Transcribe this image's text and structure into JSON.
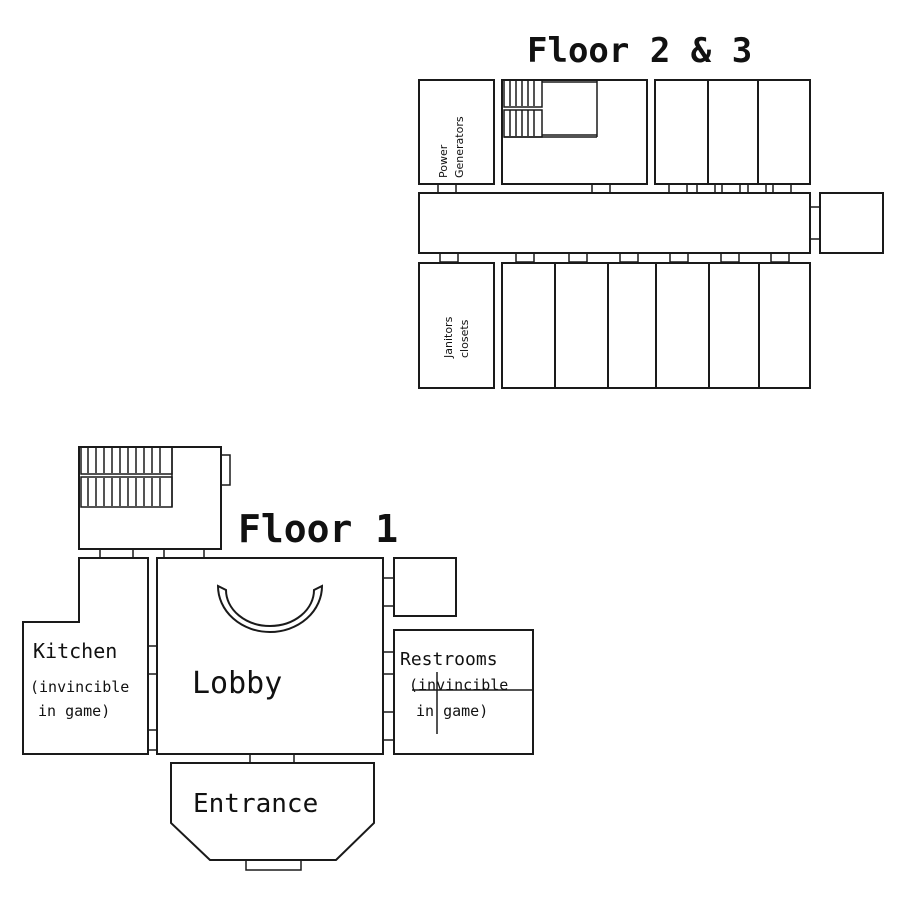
{
  "floor_upper": {
    "title": "Floor 2 & 3",
    "power_label_line1": "Power",
    "power_label_line2": "Generators",
    "janitor_label_line1": "Janitors",
    "janitor_label_line2": "closets"
  },
  "floor_1": {
    "title": "Floor 1",
    "lobby": "Lobby",
    "kitchen_line1": "Kitchen",
    "kitchen_line2": "(invincible",
    "kitchen_line3": "in game)",
    "restrooms_line1": "Restrooms",
    "restrooms_line2": "(invincible",
    "restrooms_line3": "in game)",
    "entrance": "Entrance"
  }
}
